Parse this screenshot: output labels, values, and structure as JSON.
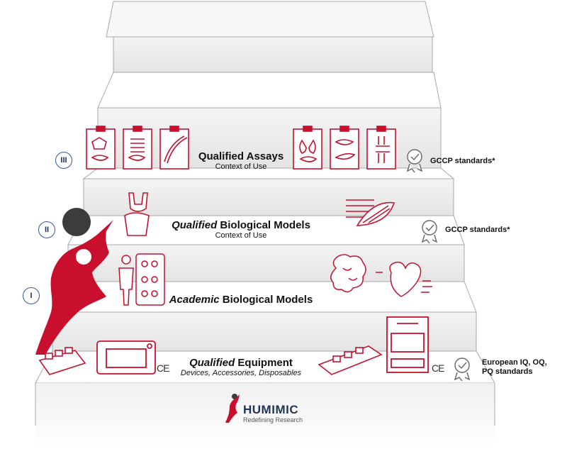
{
  "steps": [
    {
      "roman": "III",
      "title": "Qualified Assays",
      "title_italic": "",
      "subtitle": "Context of Use",
      "standard": "GCCP standards*"
    },
    {
      "roman": "II",
      "title": "Biological Models",
      "title_italic": "Qualified",
      "subtitle": "Context of Use",
      "standard": "GCCP standards*"
    },
    {
      "roman": "I",
      "title": "Biological Models",
      "title_italic": "Academic",
      "subtitle": "",
      "standard": ""
    },
    {
      "roman": "",
      "title": "Equipment",
      "title_italic": "Qualified",
      "subtitle": "Devices, Accessories, Disposables",
      "standard": "European IQ, OQ, PQ standards"
    }
  ],
  "ce_mark": "CE",
  "brand": {
    "name": "HUMIMIC",
    "tagline": "Redefining Research"
  },
  "colors": {
    "accent": "#c8102e",
    "step_top": "#ffffff",
    "step_riser": "#ececec",
    "edge": "#9a9a9a",
    "roman_ring": "#2d5a9c"
  },
  "icons": [
    "liver-clipboard-icon",
    "intestine-clipboard-icon",
    "vessel-clipboard-icon",
    "lung-clipboard-icon",
    "pancreas-clipboard-icon",
    "joint-clipboard-icon",
    "knee-joint-icon",
    "intestine-muscle-icon",
    "human-body-chip-icon",
    "brain-icon",
    "heart-icon",
    "multiwell-plate-icon",
    "chip-device-icon",
    "chip-cartridge-icon",
    "bioreactor-instrument-icon",
    "certificate-badge-icon",
    "stair-climber-logo-icon"
  ]
}
